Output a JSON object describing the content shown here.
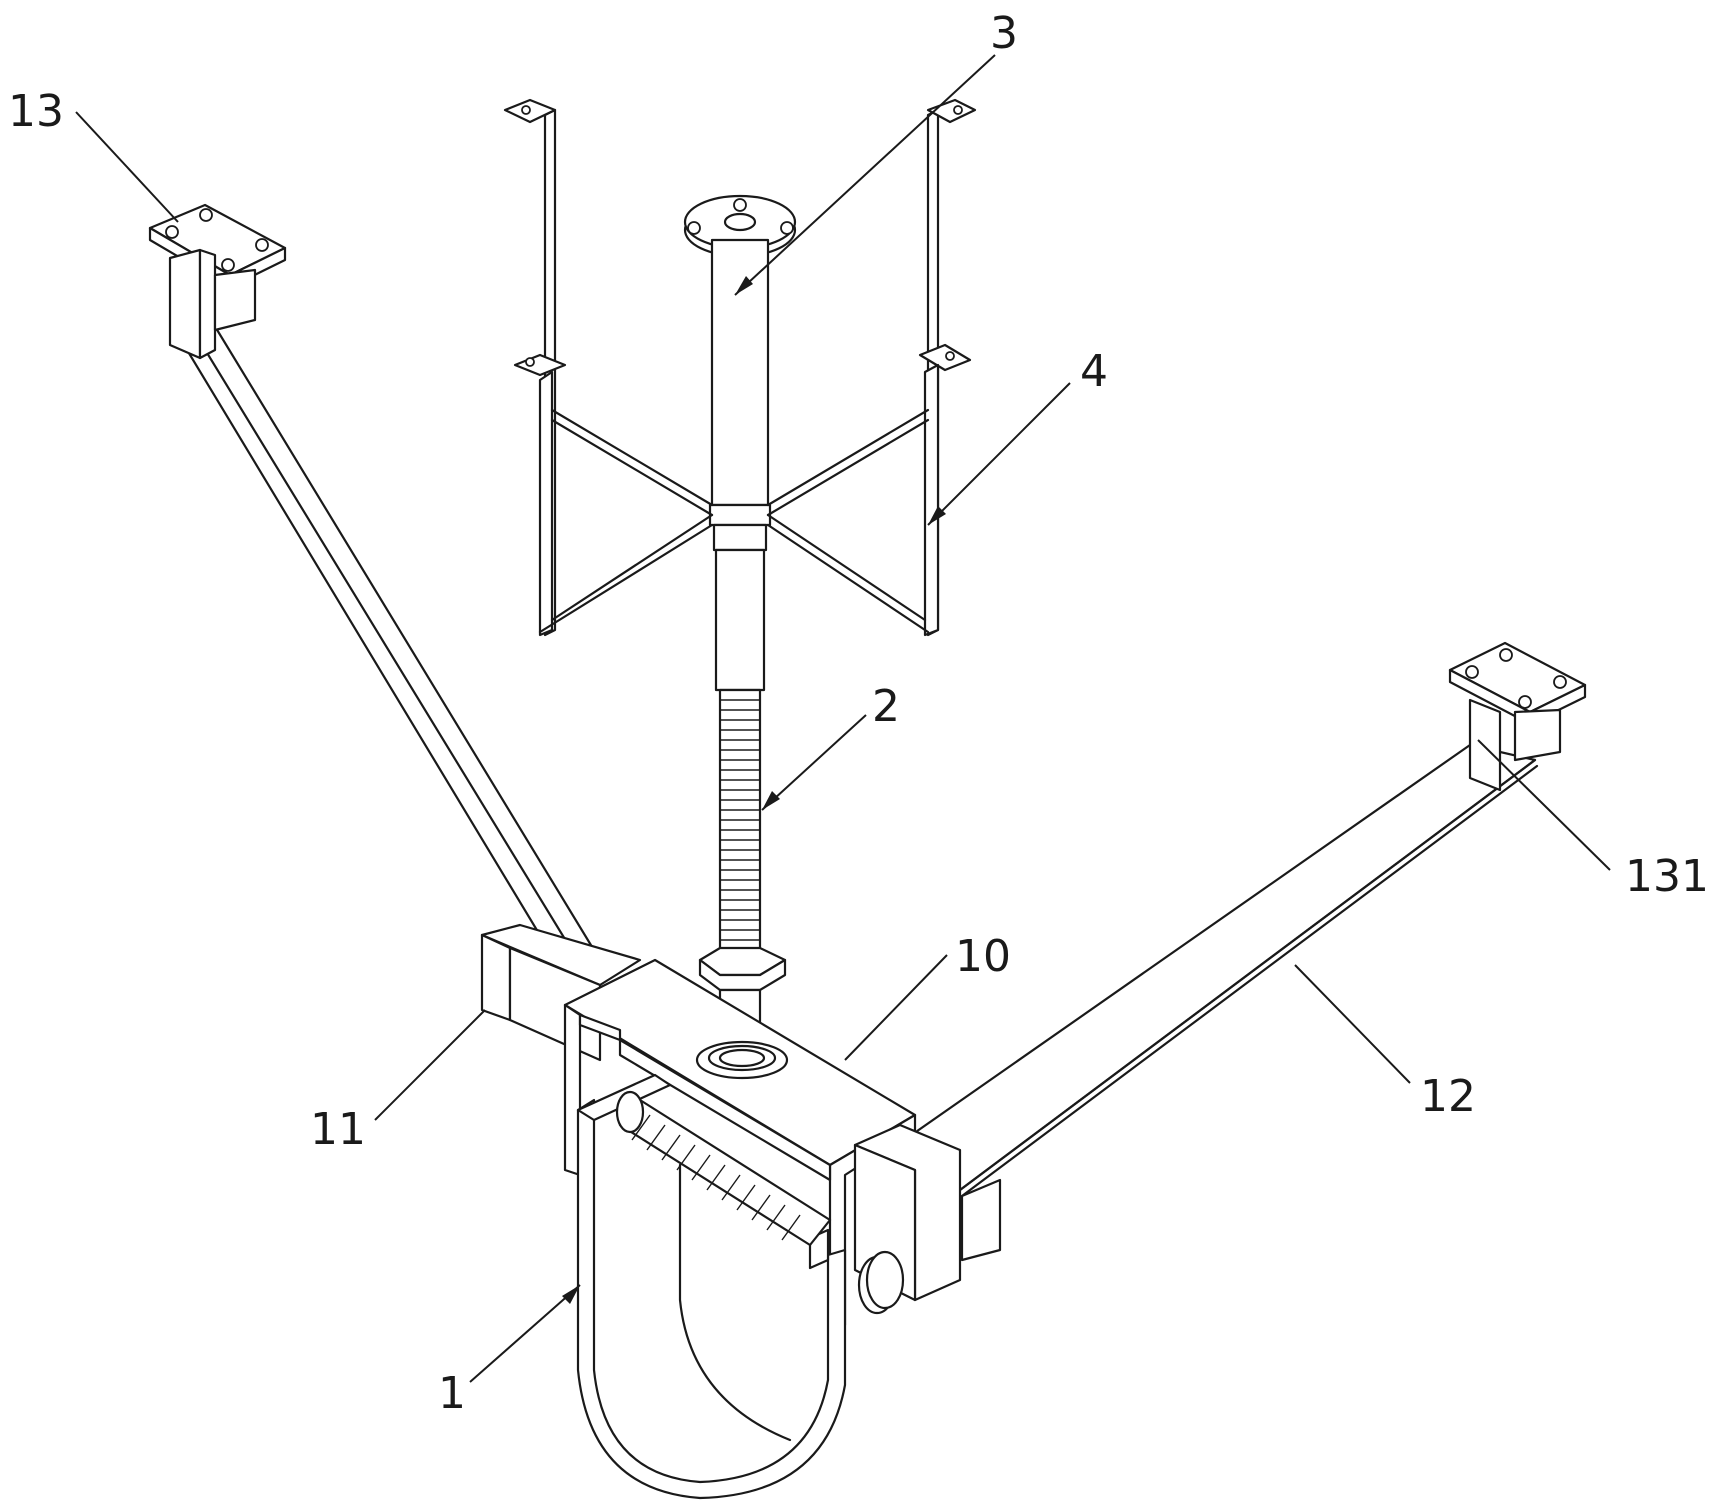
{
  "figure": {
    "labels": [
      {
        "id": "1",
        "text": "1"
      },
      {
        "id": "2",
        "text": "2"
      },
      {
        "id": "3",
        "text": "3"
      },
      {
        "id": "4",
        "text": "4"
      },
      {
        "id": "10",
        "text": "10"
      },
      {
        "id": "11",
        "text": "11"
      },
      {
        "id": "12",
        "text": "12"
      },
      {
        "id": "13",
        "text": "13"
      },
      {
        "id": "131",
        "text": "131"
      }
    ]
  },
  "style": {
    "line_color": "#1a1a1a",
    "background": "#ffffff"
  }
}
